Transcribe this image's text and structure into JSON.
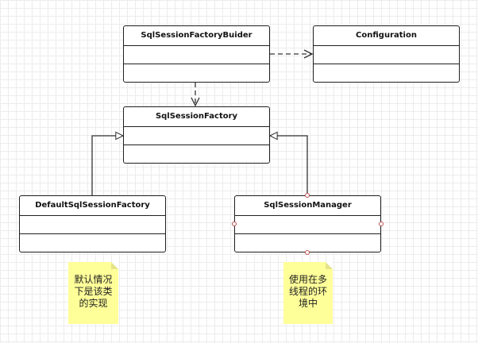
{
  "diagram": {
    "classes": {
      "builder": {
        "name": "SqlSessionFactoryBuider"
      },
      "configuration": {
        "name": "Configuration"
      },
      "factory": {
        "name": "SqlSessionFactory"
      },
      "default_factory": {
        "name": "DefaultSqlSessionFactory"
      },
      "manager": {
        "name": "SqlSessionManager"
      }
    },
    "notes": {
      "default_note": {
        "text": "默认情况下是该类的实现"
      },
      "manager_note": {
        "text": "使用在多线程的环境中"
      }
    },
    "relations": [
      {
        "from": "builder",
        "to": "configuration",
        "kind": "dependency"
      },
      {
        "from": "builder",
        "to": "factory",
        "kind": "dependency"
      },
      {
        "from": "default_factory",
        "to": "factory",
        "kind": "generalization"
      },
      {
        "from": "manager",
        "to": "factory",
        "kind": "generalization"
      }
    ]
  }
}
